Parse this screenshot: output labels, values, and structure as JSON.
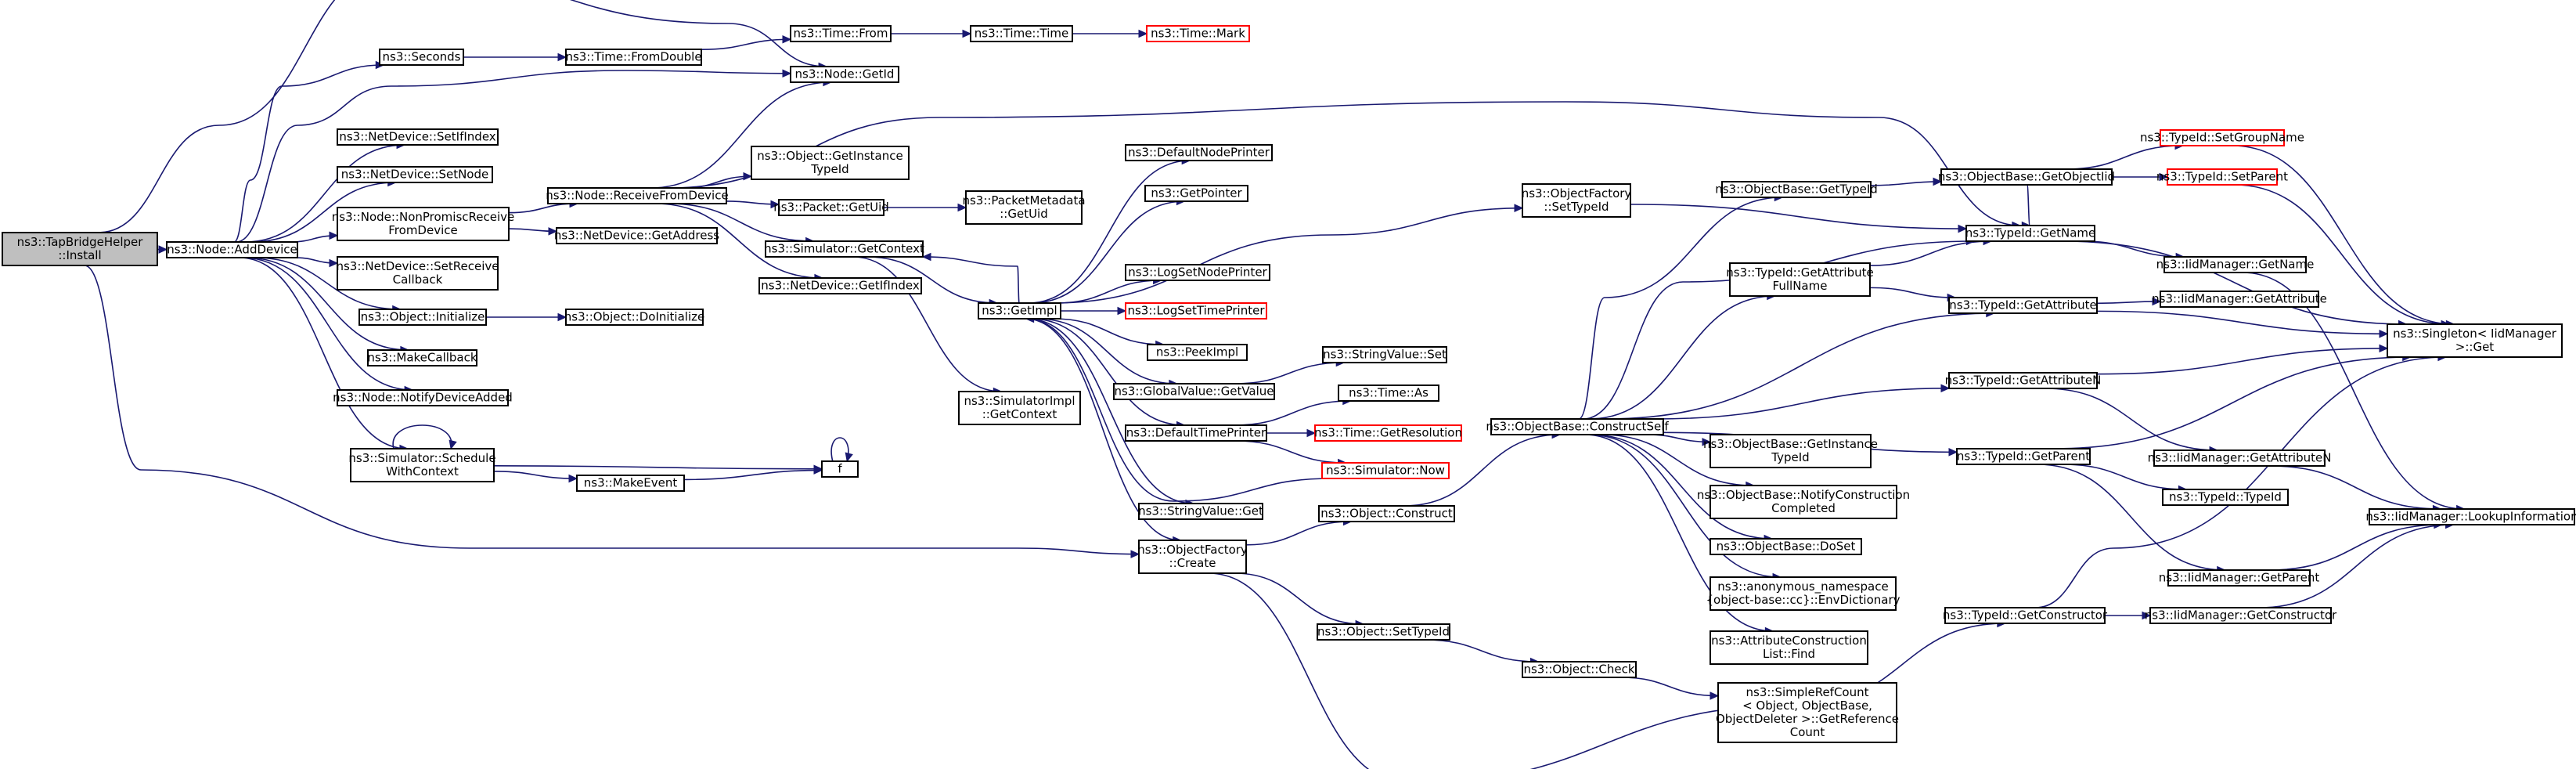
{
  "graph": {
    "nodes": [
      {
        "id": "root",
        "lines": [
          "ns3::TapBridgeHelper",
          "::Install"
        ],
        "style": "root"
      },
      {
        "id": "addDevice",
        "lines": [
          "ns3::Node::AddDevice"
        ]
      },
      {
        "id": "seconds",
        "lines": [
          "ns3::Seconds"
        ]
      },
      {
        "id": "fromDouble",
        "lines": [
          "ns3::Time::FromDouble"
        ]
      },
      {
        "id": "timeFrom",
        "lines": [
          "ns3::Time::From"
        ]
      },
      {
        "id": "timeTime",
        "lines": [
          "ns3::Time::Time"
        ]
      },
      {
        "id": "timeMark",
        "lines": [
          "ns3::Time::Mark"
        ],
        "style": "red"
      },
      {
        "id": "getId",
        "lines": [
          "ns3::Node::GetId"
        ]
      },
      {
        "id": "setIfIndex",
        "lines": [
          "ns3::NetDevice::SetIfIndex"
        ]
      },
      {
        "id": "setNode",
        "lines": [
          "ns3::NetDevice::SetNode"
        ]
      },
      {
        "id": "nonPromisc",
        "lines": [
          "ns3::Node::NonPromiscReceive",
          "FromDevice"
        ]
      },
      {
        "id": "setRecvCb",
        "lines": [
          "ns3::NetDevice::SetReceive",
          "Callback"
        ]
      },
      {
        "id": "objInit",
        "lines": [
          "ns3::Object::Initialize"
        ]
      },
      {
        "id": "doInit",
        "lines": [
          "ns3::Object::DoInitialize"
        ]
      },
      {
        "id": "makeCallback",
        "lines": [
          "ns3::MakeCallback"
        ]
      },
      {
        "id": "notifyAdded",
        "lines": [
          "ns3::Node::NotifyDeviceAdded"
        ]
      },
      {
        "id": "schedCtx",
        "lines": [
          "ns3::Simulator::Schedule",
          "WithContext"
        ]
      },
      {
        "id": "makeEvent",
        "lines": [
          "ns3::MakeEvent"
        ]
      },
      {
        "id": "f",
        "lines": [
          "f"
        ]
      },
      {
        "id": "recvFromDev",
        "lines": [
          "ns3::Node::ReceiveFromDevice"
        ]
      },
      {
        "id": "getAddress",
        "lines": [
          "ns3::NetDevice::GetAddress"
        ]
      },
      {
        "id": "getInstTid",
        "lines": [
          "ns3::Object::GetInstance",
          "TypeId"
        ]
      },
      {
        "id": "getUid",
        "lines": [
          "ns3::Packet::GetUid"
        ]
      },
      {
        "id": "pmGetUid",
        "lines": [
          "ns3::PacketMetadata",
          "::GetUid"
        ]
      },
      {
        "id": "simGetCtx",
        "lines": [
          "ns3::Simulator::GetContext"
        ]
      },
      {
        "id": "getIfIndex",
        "lines": [
          "ns3::NetDevice::GetIfIndex"
        ]
      },
      {
        "id": "getImpl",
        "lines": [
          "ns3::GetImpl"
        ]
      },
      {
        "id": "simImplGetCtx",
        "lines": [
          "ns3::SimulatorImpl",
          "::GetContext"
        ]
      },
      {
        "id": "defNodePrinter",
        "lines": [
          "ns3::DefaultNodePrinter"
        ]
      },
      {
        "id": "getPointer",
        "lines": [
          "ns3::GetPointer"
        ]
      },
      {
        "id": "logSetNode",
        "lines": [
          "ns3::LogSetNodePrinter"
        ]
      },
      {
        "id": "logSetTime",
        "lines": [
          "ns3::LogSetTimePrinter"
        ],
        "style": "red"
      },
      {
        "id": "peekImpl",
        "lines": [
          "ns3::PeekImpl"
        ]
      },
      {
        "id": "gvGetValue",
        "lines": [
          "ns3::GlobalValue::GetValue"
        ]
      },
      {
        "id": "strValSet",
        "lines": [
          "ns3::StringValue::Set"
        ]
      },
      {
        "id": "defTimePrinter",
        "lines": [
          "ns3::DefaultTimePrinter"
        ]
      },
      {
        "id": "timeAs",
        "lines": [
          "ns3::Time::As"
        ]
      },
      {
        "id": "getRes",
        "lines": [
          "ns3::Time::GetResolution"
        ],
        "style": "red"
      },
      {
        "id": "simNow",
        "lines": [
          "ns3::Simulator::Now"
        ],
        "style": "red"
      },
      {
        "id": "strValGet",
        "lines": [
          "ns3::StringValue::Get"
        ]
      },
      {
        "id": "ofCreate",
        "lines": [
          "ns3::ObjectFactory",
          "::Create"
        ]
      },
      {
        "id": "objConstruct",
        "lines": [
          "ns3::Object::Construct"
        ]
      },
      {
        "id": "objSetTid",
        "lines": [
          "ns3::Object::SetTypeId"
        ]
      },
      {
        "id": "objCheck",
        "lines": [
          "ns3::Object::Check"
        ]
      },
      {
        "id": "ofSetTid",
        "lines": [
          "ns3::ObjectFactory",
          "::SetTypeId"
        ]
      },
      {
        "id": "constructSelf",
        "lines": [
          "ns3::ObjectBase::ConstructSelf"
        ]
      },
      {
        "id": "obGetTid",
        "lines": [
          "ns3::ObjectBase::GetTypeId"
        ]
      },
      {
        "id": "obGetObjIid",
        "lines": [
          "ns3::ObjectBase::GetObjectIid"
        ]
      },
      {
        "id": "setGroupName",
        "lines": [
          "ns3::TypeId::SetGroupName"
        ],
        "style": "red"
      },
      {
        "id": "tidSetParent",
        "lines": [
          "ns3::TypeId::SetParent"
        ],
        "style": "red"
      },
      {
        "id": "tidGetName",
        "lines": [
          "ns3::TypeId::GetName"
        ]
      },
      {
        "id": "iidGetName",
        "lines": [
          "ns3::IidManager::GetName"
        ]
      },
      {
        "id": "attrFullName",
        "lines": [
          "ns3::TypeId::GetAttribute",
          "FullName"
        ]
      },
      {
        "id": "tidGetAttr",
        "lines": [
          "ns3::TypeId::GetAttribute"
        ]
      },
      {
        "id": "iidGetAttr",
        "lines": [
          "ns3::IidManager::GetAttribute"
        ]
      },
      {
        "id": "singletonGet",
        "lines": [
          "ns3::Singleton< IidManager",
          " >::Get"
        ]
      },
      {
        "id": "tidGetAttrN",
        "lines": [
          "ns3::TypeId::GetAttributeN"
        ]
      },
      {
        "id": "iidGetAttrN",
        "lines": [
          "ns3::IidManager::GetAttributeN"
        ]
      },
      {
        "id": "tidGetParent",
        "lines": [
          "ns3::TypeId::GetParent"
        ]
      },
      {
        "id": "tidTypeId",
        "lines": [
          "ns3::TypeId::TypeId"
        ]
      },
      {
        "id": "iidGetParent",
        "lines": [
          "ns3::IidManager::GetParent"
        ]
      },
      {
        "id": "lookupInfo",
        "lines": [
          "ns3::IidManager::LookupInformation"
        ]
      },
      {
        "id": "tidGetCtor",
        "lines": [
          "ns3::TypeId::GetConstructor"
        ]
      },
      {
        "id": "iidGetCtor",
        "lines": [
          "ns3::IidManager::GetConstructor"
        ]
      },
      {
        "id": "obGetInstTid",
        "lines": [
          "ns3::ObjectBase::GetInstance",
          "TypeId"
        ]
      },
      {
        "id": "notifyConstr",
        "lines": [
          "ns3::ObjectBase::NotifyConstruction",
          "Completed"
        ]
      },
      {
        "id": "doSet",
        "lines": [
          "ns3::ObjectBase::DoSet"
        ]
      },
      {
        "id": "envDict",
        "lines": [
          "ns3::anonymous_namespace",
          "{object-base::cc}::EnvDictionary"
        ]
      },
      {
        "id": "acFind",
        "lines": [
          "ns3::AttributeConstruction",
          "List::Find"
        ]
      },
      {
        "id": "srcGetRef",
        "lines": [
          "ns3::SimpleRefCount",
          "< Object, ObjectBase,",
          " ObjectDeleter >::GetReference",
          "Count"
        ]
      }
    ]
  }
}
